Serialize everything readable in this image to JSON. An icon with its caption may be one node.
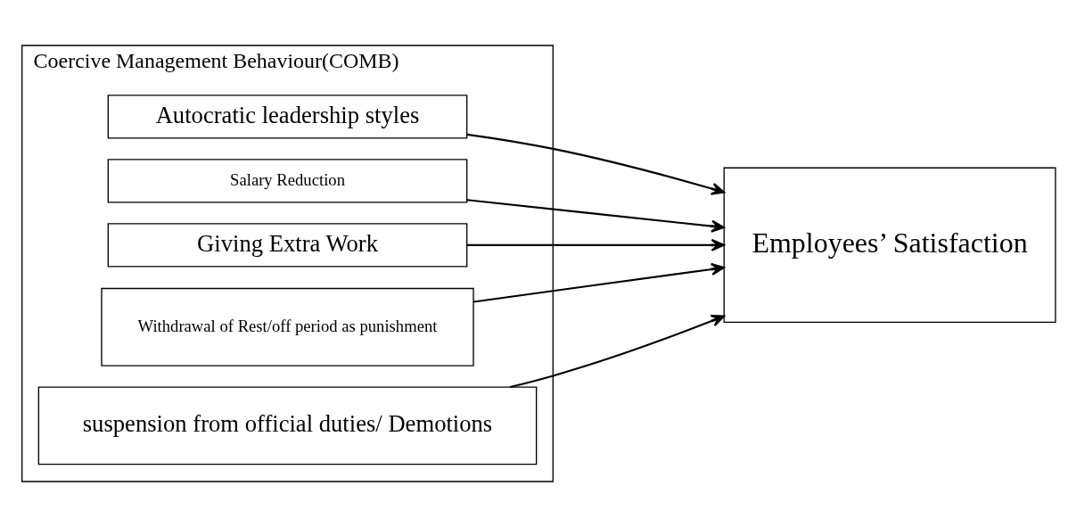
{
  "diagram": {
    "nodes": [
      {
        "text": [
          "Coercive Management Behaviour(COMB)"
        ]
      },
      {
        "text": [
          "Autocratic leadership styles"
        ],
        "in": 0
      },
      {
        "text": [
          "Salary Reduction"
        ],
        "in": 0
      },
      {
        "text": [
          "Giving Extra Work"
        ],
        "in": 0
      },
      {
        "text": [
          "Withdrawal of Rest/off period as punishment"
        ],
        "in": 0
      },
      {
        "text": [
          "suspension from official duties/ Demotions"
        ],
        "in": 0
      },
      {
        "text": [
          "Employees’ Satisfaction"
        ]
      }
    ],
    "edges": [
      {
        "from": 1,
        "to": 6,
        "arrow": "to"
      },
      {
        "from": 2,
        "to": 6,
        "arrow": "to"
      },
      {
        "from": 3,
        "to": 6,
        "arrow": "to"
      },
      {
        "from": 4,
        "to": 6,
        "arrow": "to"
      },
      {
        "from": 5,
        "to": 6,
        "arrow": "to"
      }
    ]
  }
}
